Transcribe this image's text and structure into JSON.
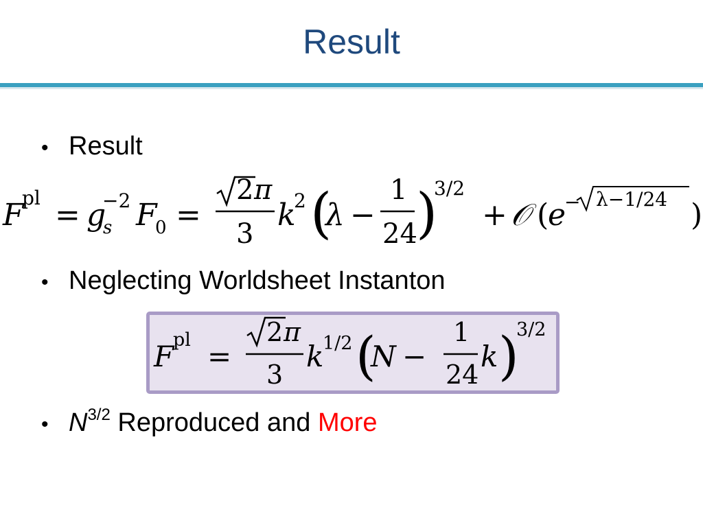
{
  "slide": {
    "title": "Result",
    "bullets": {
      "first": "Result",
      "second": "Neglecting Worldsheet Instanton",
      "third_base": "N",
      "third_sup": "3/2",
      "third_rest": " Reproduced and ",
      "third_highlight": "More"
    },
    "colors": {
      "title": "#1f497d",
      "rule": "#3aa0c0",
      "highlight": "#ff0000",
      "box_fill": "#e8e2ef",
      "box_border": "#a99bc6"
    }
  },
  "equations": {
    "eq1": {
      "F": "F",
      "F_sup": "pl",
      "eq_a": "=",
      "g": "g",
      "g_sub": "s",
      "g_sup": "−2",
      "F0": "F",
      "F0_sub": "0",
      "eq_b": "=",
      "num_sqrt": "2",
      "num_pi": "π",
      "den": "3",
      "k": "k",
      "k_sup": "2",
      "lparen": "(",
      "lambda": "λ",
      "minus": "−",
      "frac_num": "1",
      "frac_den": "24",
      "rparen": ")",
      "outer_sup": "3/2",
      "plus": "+",
      "O": "𝒪",
      "O_lparen": "(",
      "e": "e",
      "e_minus": "−",
      "radicand": "λ−1/24",
      "O_rparen": ")"
    },
    "eq2": {
      "F": "F",
      "F_sup": "pl",
      "eq": "=",
      "num_sqrt": "2",
      "num_pi": "π",
      "den": "3",
      "k": "k",
      "k_sup": "1/2",
      "lparen": "(",
      "N": "N",
      "minus": "−",
      "frac_num": "1",
      "frac_den": "24",
      "k2": "k",
      "rparen": ")",
      "outer_sup": "3/2"
    }
  }
}
